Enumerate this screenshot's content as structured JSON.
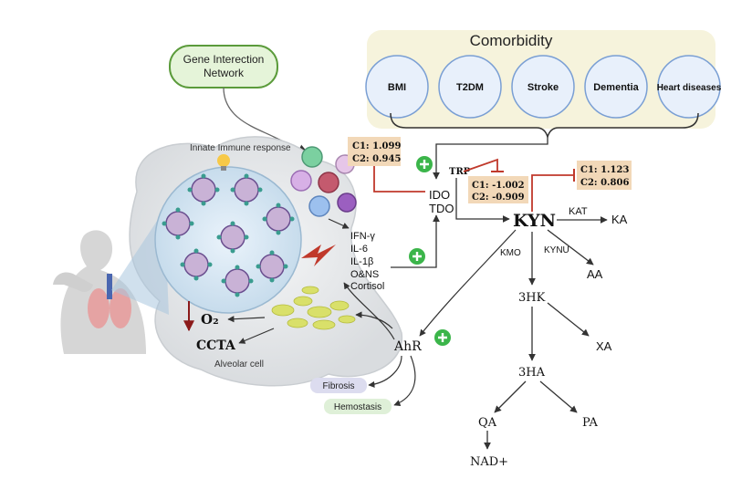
{
  "comorbidity": {
    "title": "Comorbidity",
    "items": [
      "BMI",
      "T2DM",
      "Stroke",
      "Dementia",
      "Heart diseases"
    ]
  },
  "gene_network": {
    "line1": "Gene Interection",
    "line2": "Network"
  },
  "innate_immune": "Innate Immune response",
  "alveolar_cell": "Alveolar cell",
  "cytokines": [
    "IFN-γ",
    "IL-6",
    "IL-1β",
    "O&NS",
    "Cortisol"
  ],
  "enzymes": {
    "ido": "IDO",
    "tdo": "TDO",
    "kat": "KAT",
    "kmo": "KMO",
    "kynu": "KYNU"
  },
  "metabolites": {
    "trp": "TRP",
    "kyn": "KYN",
    "ka": "KA",
    "aa": "AA",
    "hk3": "3HK",
    "xa": "XA",
    "ha3": "3HA",
    "qa": "QA",
    "pa": "PA",
    "nad": "NAD+",
    "ahr": "AhR"
  },
  "correlations": {
    "ido": {
      "c1": "C1: 1.099",
      "c2": "C2: 0.945"
    },
    "trp": {
      "c1": "C1: -1.002",
      "c2": "C2: -0.909"
    },
    "kyn": {
      "c1": "C1: 1.123",
      "c2": "C2: 0.806"
    }
  },
  "outcomes": {
    "o2": "O₂",
    "ccta": "CCTA",
    "fibrosis": "Fibrosis",
    "hemostasis": "Hemostasis"
  },
  "colors": {
    "comorbidity_bg": "#f6f3dc",
    "node_fill": "#e8f0fb",
    "node_stroke": "#7a9fd4",
    "label_box": "#f2d8b8",
    "inhibit": "#c0392b",
    "plus_green": "#3bb54a",
    "gene_box": "#e5f4d9",
    "gene_stroke": "#5b9b3b"
  }
}
